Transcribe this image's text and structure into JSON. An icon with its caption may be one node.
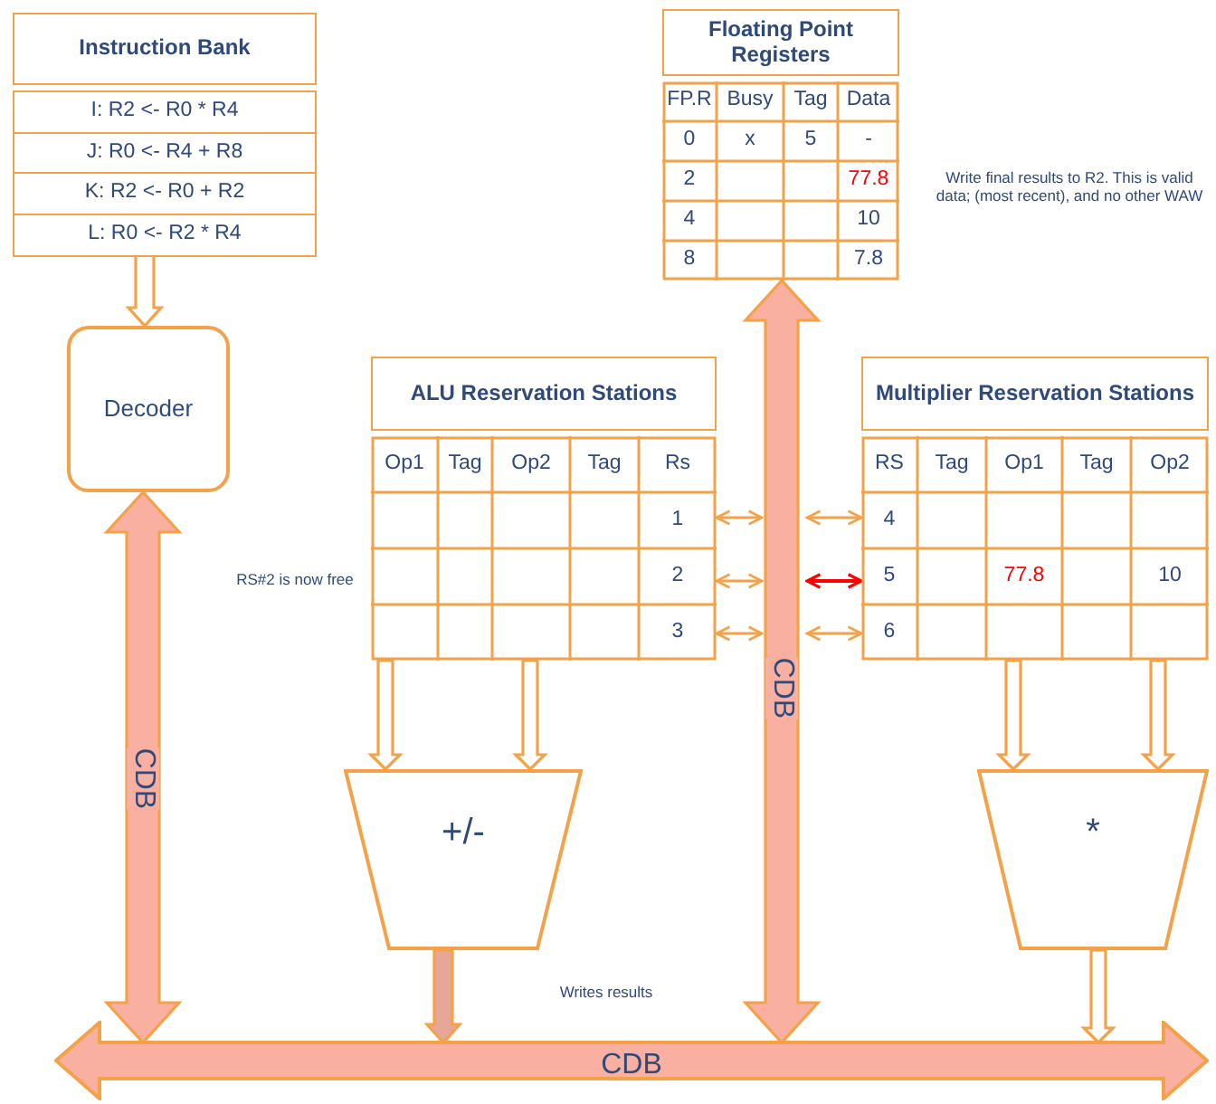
{
  "diagram": {
    "nodes": [
      {
        "text": [
          "Instruction Bank",
          "I: R2 <- R0 * R4",
          "J: R0 <- R4 + R8",
          "K: R2 <- R0 + R2",
          "L: R0 <- R2 * R4"
        ]
      },
      {
        "text": [
          "Decoder"
        ]
      },
      {
        "text": [
          "Floating Point Registers"
        ]
      },
      {
        "text": [
          "ALU Reservation Stations"
        ]
      },
      {
        "text": [
          "Multiplier Reservation Stations"
        ]
      },
      {
        "text": [
          "+/-"
        ]
      },
      {
        "text": [
          "*"
        ]
      },
      {
        "text": [
          "CDB"
        ]
      }
    ],
    "edges": [
      {
        "from": 0,
        "to": 1,
        "arrow": "to",
        "style": "thick"
      },
      {
        "from": 1,
        "to": 7,
        "arrow": "both",
        "style": "thick",
        "color": "#f9b0a0",
        "label": "CDB"
      },
      {
        "from": 2,
        "to": 7,
        "arrow": "both",
        "style": "thick",
        "color": "#f9b0a0",
        "label": "CDB"
      },
      {
        "from": 3,
        "to": null,
        "arrow": "both"
      },
      {
        "from": 3,
        "to": null,
        "arrow": "both"
      },
      {
        "from": 3,
        "to": null,
        "arrow": "both"
      },
      {
        "from": null,
        "to": 4,
        "arrow": "both"
      },
      {
        "from": null,
        "to": 4,
        "arrow": "both",
        "color": "#ff0000"
      },
      {
        "from": null,
        "to": 4,
        "arrow": "both"
      },
      {
        "from": 3,
        "to": 5,
        "arrow": "to",
        "style": "thick"
      },
      {
        "from": 3,
        "to": 5,
        "arrow": "to",
        "style": "thick"
      },
      {
        "from": 4,
        "to": 6,
        "arrow": "to",
        "style": "thick"
      },
      {
        "from": 4,
        "to": 6,
        "arrow": "to",
        "style": "thick"
      },
      {
        "from": 5,
        "to": 7,
        "arrow": "to",
        "style": "thick",
        "color": "#e6a698"
      },
      {
        "from": 6,
        "to": 7,
        "arrow": "to",
        "style": "thick"
      }
    ],
    "labels": [
      "FP.R",
      "Busy",
      "Tag",
      "Data",
      "0",
      "x",
      "5",
      "-",
      "2",
      "77.8",
      "4",
      "10",
      "8",
      "7.8",
      "Write final results to R2. This is valid data; (most recent), and no other WAW",
      "Op1",
      "Tag",
      "Op2",
      "Tag",
      "Rs",
      "1",
      "2",
      "3",
      "RS",
      "Tag",
      "Op1",
      "Tag",
      "Op2",
      "4",
      "5",
      "77.8",
      "10",
      "6",
      "RS#2 is now free",
      "Writes results"
    ]
  }
}
